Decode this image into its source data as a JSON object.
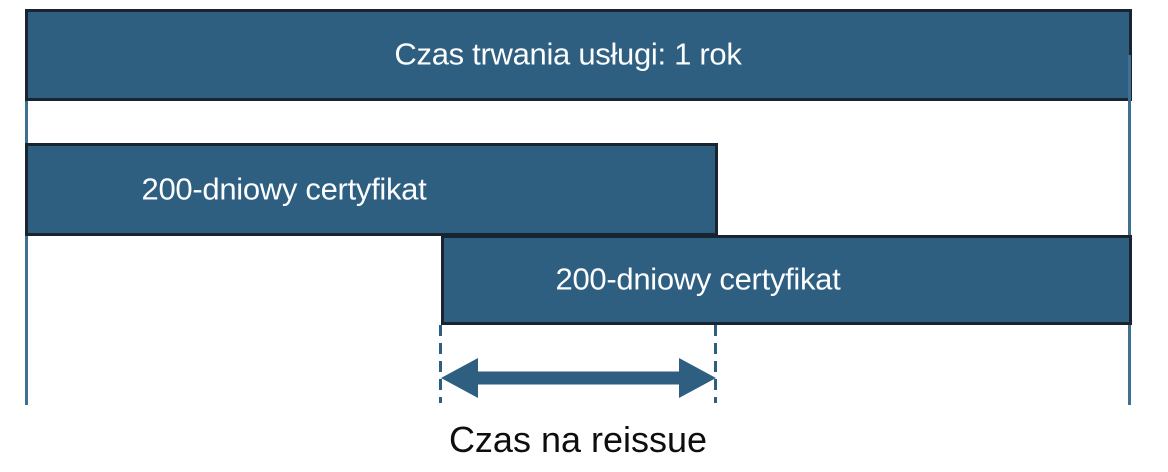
{
  "diagram": {
    "bars": [
      {
        "label": "Czas trwania usługi: 1 rok"
      },
      {
        "label": "200-dniowy certyfikat"
      },
      {
        "label": "200-dniowy certyfikat"
      }
    ],
    "annotation": {
      "label": "Czas na reissue"
    },
    "colors": {
      "background": "#FFFFFF",
      "bar_fill": "#2E5E80",
      "bar_border": "#182531",
      "bar_text": "#FBFDFE",
      "guide_line": "#40708F",
      "dashed_line": "#2E5E80",
      "arrow": "#2E5E80",
      "caption_text": "#0E0E0E"
    }
  }
}
